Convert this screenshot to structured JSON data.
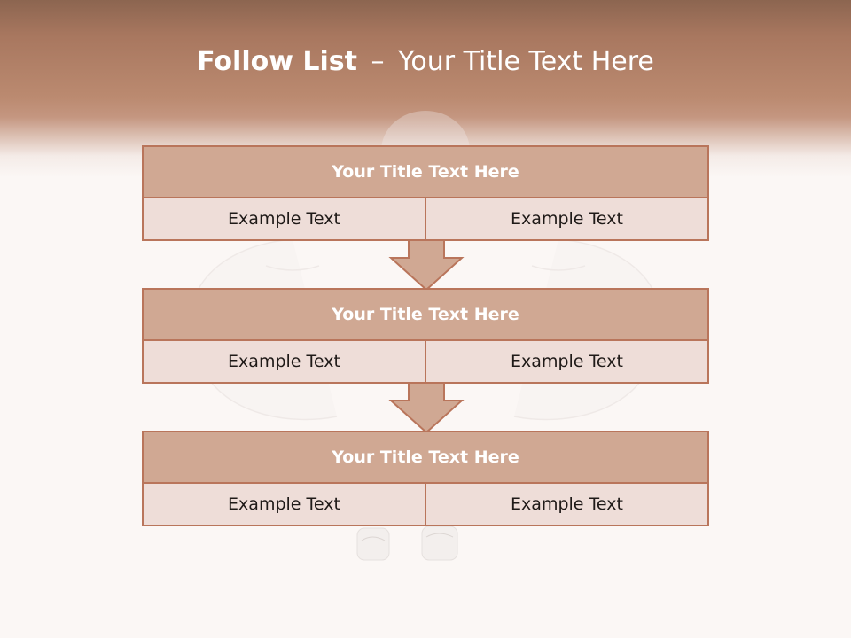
{
  "title": {
    "bold_part": "Follow List",
    "dash": "–",
    "rest": "Your Title Text Here"
  },
  "colors": {
    "header_dark": "#8c6550",
    "header_mid": "#bb8a70",
    "box_title_fill": "#d0a893",
    "box_border": "#b9755b",
    "cell_fill": "#eeddd8",
    "page_bg": "#fbf7f5"
  },
  "diagram": {
    "steps": [
      {
        "title": "Your Title Text Here",
        "left": "Example Text",
        "right": "Example Text"
      },
      {
        "title": "Your Title Text Here",
        "left": "Example Text",
        "right": "Example Text"
      },
      {
        "title": "Your Title Text Here",
        "left": "Example Text",
        "right": "Example Text"
      }
    ]
  }
}
